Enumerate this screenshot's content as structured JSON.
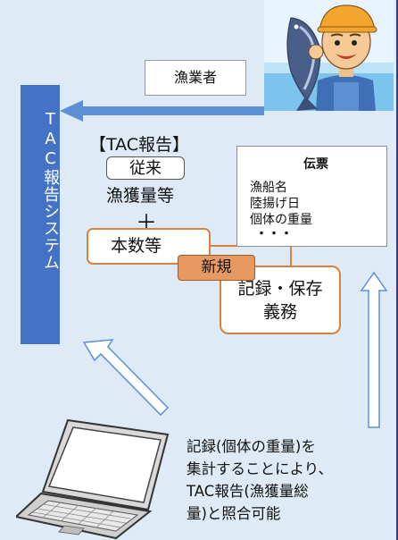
{
  "tac_system": {
    "label": "TAC報告システム"
  },
  "fisher": {
    "label": "漁業者"
  },
  "tac_report": {
    "heading": "【TAC報告】",
    "conventional_tag": "従来",
    "catch_amount": "漁獲量等",
    "plus": "＋",
    "count": "本数等"
  },
  "new_tag": "新規",
  "record_obligation": {
    "line1": "記録・保存",
    "line2": "義務"
  },
  "slip": {
    "title": "伝票",
    "lines": [
      "漁船名",
      "陸揚げ日",
      "個体の重量",
      "・・・"
    ]
  },
  "footnote": {
    "lines": [
      "記録(個体の重量)を",
      "集計することにより、",
      "TAC報告(漁獲量総",
      "量)と照合可能"
    ]
  },
  "colors": {
    "background": "#deebf6",
    "system_bar": "#4472c4",
    "accent_orange": "#d9813f",
    "new_tag_fill": "#e69960",
    "arrow_blue": "#5b8fd6"
  },
  "icons": [
    "fisher-illustration",
    "laptop-icon"
  ]
}
